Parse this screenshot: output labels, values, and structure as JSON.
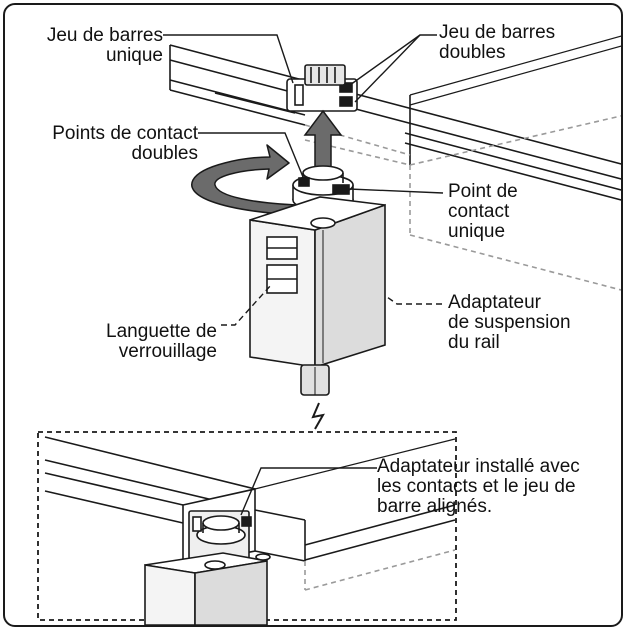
{
  "labels": {
    "single_busbar": "Jeu de barres\nunique",
    "double_busbars": "Jeu de barres\ndoubles",
    "double_contact_points": "Points de contact\ndoubles",
    "single_contact_point": "Point de\ncontact\nunique",
    "suspension_adapter": "Adaptateur\nde suspension\ndu rail",
    "locking_tab": "Languette de\nverrouillage",
    "installed_adapter": "Adaptateur installé avec\nles contacts et le jeu de\nbarre alignés."
  },
  "colors": {
    "line": "#1a1a1a",
    "arrow_fill": "#6b6b6b",
    "dashed": "#9a9a9a",
    "adapter_face": "#f4f4f4",
    "adapter_side": "#dcdcdc"
  },
  "icons": {
    "break_symbol": "lightning-break-icon",
    "rotate_arrow": "curved-rotation-arrow-icon",
    "lift_arrow": "up-arrow-icon"
  }
}
